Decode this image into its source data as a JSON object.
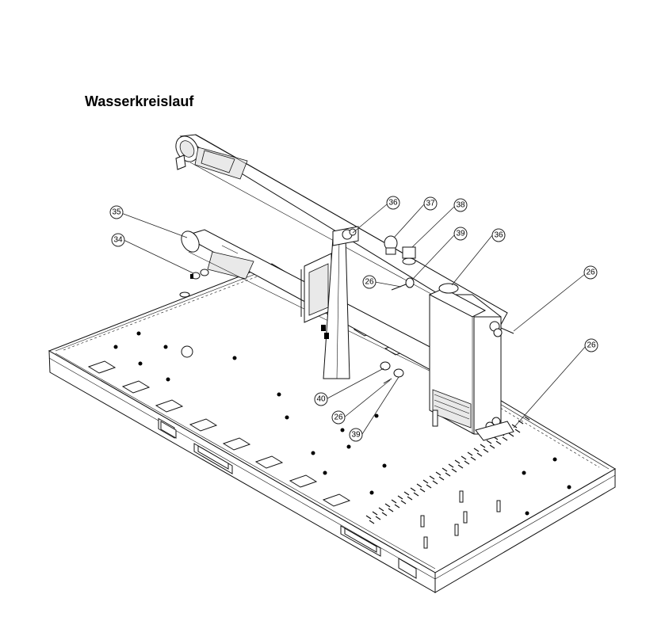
{
  "title": "Wasserkreislauf",
  "callouts": [
    {
      "label": "35"
    },
    {
      "label": "34"
    },
    {
      "label": "36"
    },
    {
      "label": "37"
    },
    {
      "label": "38"
    },
    {
      "label": "39"
    },
    {
      "label": "36"
    },
    {
      "label": "26"
    },
    {
      "label": "26"
    },
    {
      "label": "26"
    },
    {
      "label": "40"
    },
    {
      "label": "26"
    },
    {
      "label": "39"
    }
  ]
}
